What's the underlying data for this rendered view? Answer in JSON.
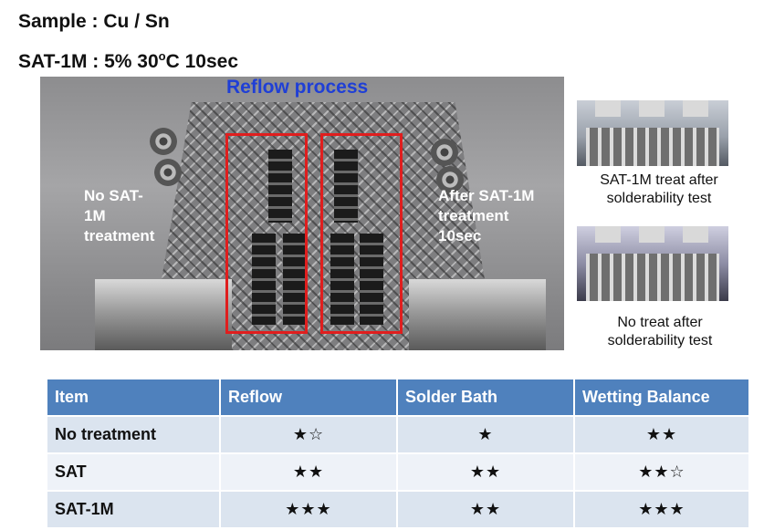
{
  "header": {
    "line1": "Sample : Cu / Sn",
    "line2_prefix": "SAT-1M : 5%  30",
    "line2_degree": "o",
    "line2_suffix": "C 10sec"
  },
  "photo": {
    "title": "Reflow process",
    "label_left": [
      "No SAT-",
      "1M",
      "treatment"
    ],
    "label_right": [
      "After SAT-1M",
      "treatment",
      "10sec"
    ],
    "box_color": "#e01e1e",
    "title_color": "#1f3fd6"
  },
  "side_photos": [
    {
      "caption": [
        "SAT-1M treat after",
        "solderability test"
      ]
    },
    {
      "caption": [
        "No treat after",
        "solderability test"
      ]
    }
  ],
  "table": {
    "header_color": "#4f81bd",
    "columns": [
      "Item",
      "Reflow",
      "Solder Bath",
      "Wetting Balance"
    ],
    "rows": [
      {
        "item": "No treatment",
        "reflow": "★☆",
        "solder_bath": "★",
        "wetting_balance": "★★"
      },
      {
        "item": "SAT",
        "reflow": "★★",
        "solder_bath": "★★",
        "wetting_balance": "★★☆"
      },
      {
        "item": "SAT-1M",
        "reflow": "★★★",
        "solder_bath": "★★",
        "wetting_balance": "★★★"
      }
    ]
  }
}
